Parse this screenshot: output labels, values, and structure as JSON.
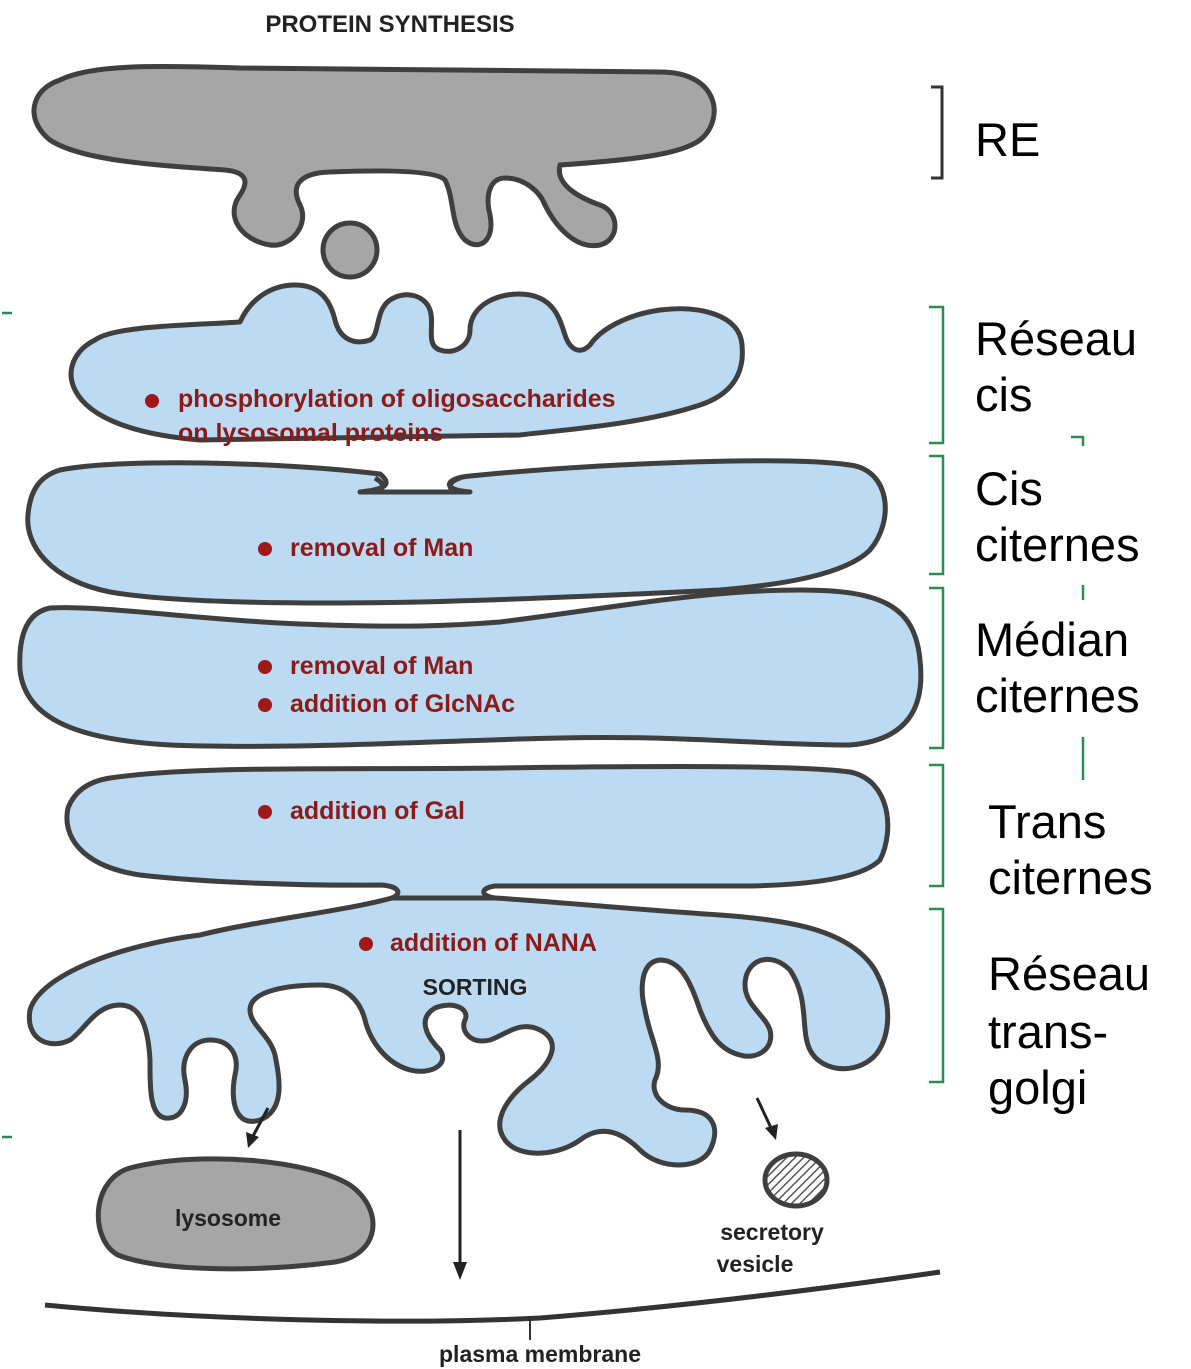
{
  "title": "PROTEIN SYNTHESIS",
  "regions": {
    "re": "RE",
    "reseau_cis": [
      "Réseau",
      "cis"
    ],
    "cis_citernes": [
      "Cis",
      "citernes"
    ],
    "median_citernes": [
      "Médian",
      "citernes"
    ],
    "trans_citernes": [
      "Trans",
      "citernes"
    ],
    "reseau_trans_golgi": [
      "Réseau",
      "trans-",
      "golgi"
    ]
  },
  "processes": {
    "phosphorylation": [
      "phosphorylation of oligosaccharides",
      "on lysosomal proteins"
    ],
    "cis_removal": "removal of Man",
    "median_removal": "removal of Man",
    "median_addition": "addition of GlcNAc",
    "trans_addition": "addition of Gal",
    "tgn_addition": "addition of NANA",
    "sorting": "SORTING"
  },
  "labels": {
    "lysosome": "lysosome",
    "secretory_vesicle": [
      "secretory",
      "vesicle"
    ],
    "plasma_membrane": "plasma membrane"
  },
  "colors": {
    "er_fill": "#a6a6a6",
    "golgi_fill": "#bcdaf2",
    "membrane_outline": "#3f3f3f",
    "process_text": "#8b1a1a",
    "bracket_green": "#2e8b57"
  }
}
